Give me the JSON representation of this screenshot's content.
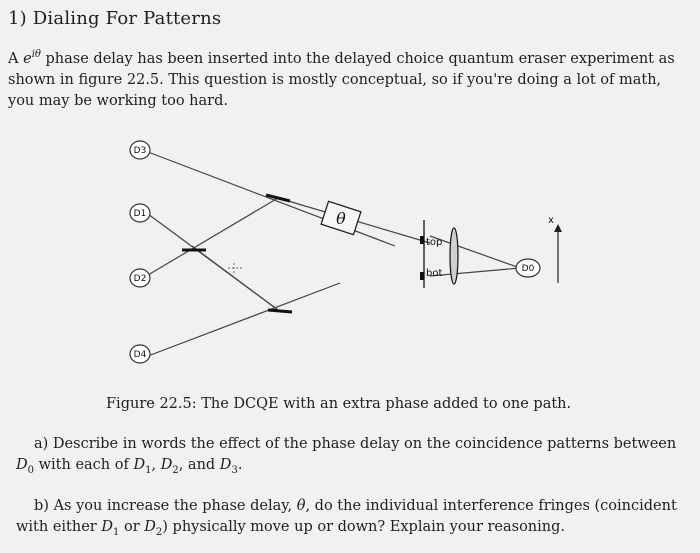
{
  "problem": {
    "title": "1) Dialing For Patterns",
    "intro_prefix": "A ",
    "intro_symbol": "e",
    "intro_exponent": "iθ",
    "intro_rest": " phase delay has been inserted into the delayed choice quantum eraser experiment as shown in figure 22.5. This question is mostly conceptual, so if you're doing a lot of math, you may be working too hard."
  },
  "figure": {
    "phase_label": "θ",
    "screen_top": "top",
    "screen_bottom": "bot",
    "detector_d0": "D0",
    "detector_d1": "D1",
    "detector_d2": "D2",
    "detector_d3": "D3",
    "detector_d4": "D4",
    "axis_label": "x",
    "caption": "Figure 22.5: The DCQE with an extra phase added to one path."
  },
  "questions": {
    "a_label": "a)",
    "a_text_1": "Describe in words the effect of the phase delay on the coincidence patterns between",
    "a_d0": "D",
    "a_d0_sub": "0",
    "a_text_2": " with each of ",
    "a_d1": "D",
    "a_d1_sub": "1",
    "a_sep1": ", ",
    "a_d2": "D",
    "a_d2_sub": "2",
    "a_sep2": ", and ",
    "a_d3": "D",
    "a_d3_sub": "3",
    "a_end": ".",
    "b_label": "b)",
    "b_text_1": "As you increase the phase delay, ",
    "b_theta": "θ",
    "b_text_2": ", do the individual interference fringes (coincident with either ",
    "b_d1": "D",
    "b_d1_sub": "1",
    "b_text_3": " or ",
    "b_d2": "D",
    "b_d2_sub": "2",
    "b_text_4": ") physically move up or down? Explain your reasoning."
  }
}
